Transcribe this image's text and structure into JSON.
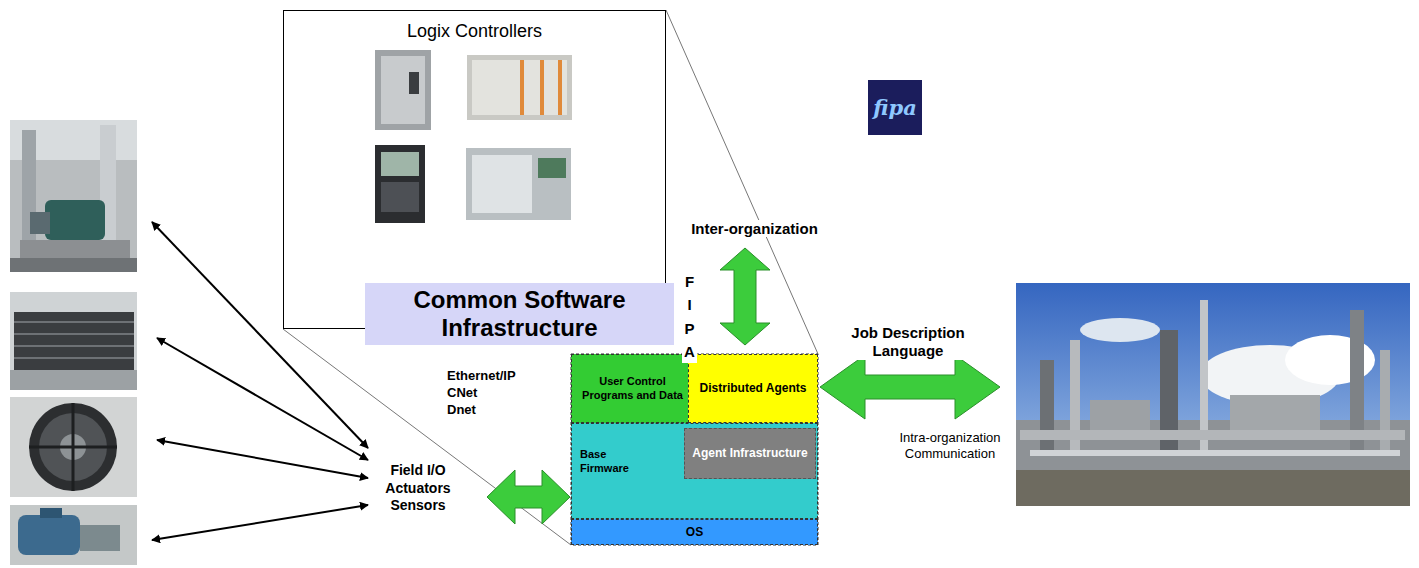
{
  "diagram": {
    "nodes": [
      {
        "text": [
          "Logix Controllers"
        ]
      },
      {
        "text": [
          "Common Software Infrastructure"
        ]
      },
      {
        "text": [
          "User Control Programs and Data"
        ]
      },
      {
        "text": [
          "Distributed Agents"
        ]
      },
      {
        "text": [
          "Base Firmware"
        ]
      },
      {
        "text": [
          "Agent Infrastructure"
        ],
        "in": 4
      },
      {
        "text": [
          "OS"
        ]
      }
    ],
    "labels": [
      "Inter-organization",
      "F I P A",
      "fipa",
      "Job Description Language",
      "Intra-organization Communication",
      "Ethernet/IP CNet Dnet",
      "Field I/O Actuators Sensors"
    ]
  }
}
